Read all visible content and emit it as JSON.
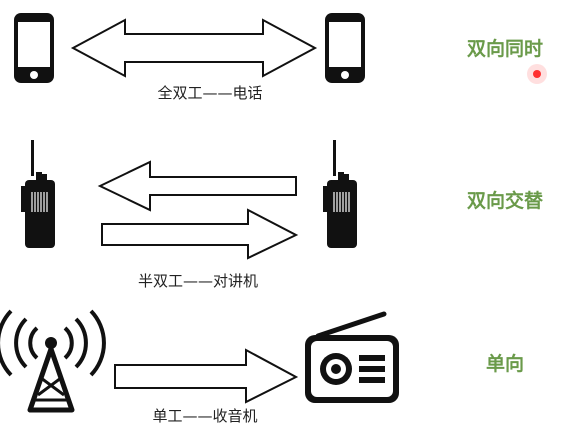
{
  "colors": {
    "label": "#6a9a4a",
    "stroke": "#111111",
    "pointer": "#ff2a2a"
  },
  "rows": [
    {
      "id": "full-duplex",
      "caption": "全双工——电话",
      "mode_label": "双向同时",
      "left_icon": "smartphone-icon",
      "right_icon": "smartphone-icon",
      "arrows": "double-headed"
    },
    {
      "id": "half-duplex",
      "caption": "半双工——对讲机",
      "mode_label": "双向交替",
      "left_icon": "walkie-talkie-icon",
      "right_icon": "walkie-talkie-icon",
      "arrows": "left and right, alternating"
    },
    {
      "id": "simplex",
      "caption": "单工——收音机",
      "mode_label": "单向",
      "left_icon": "radio-tower-icon",
      "right_icon": "radio-receiver-icon",
      "arrows": "right only"
    }
  ]
}
